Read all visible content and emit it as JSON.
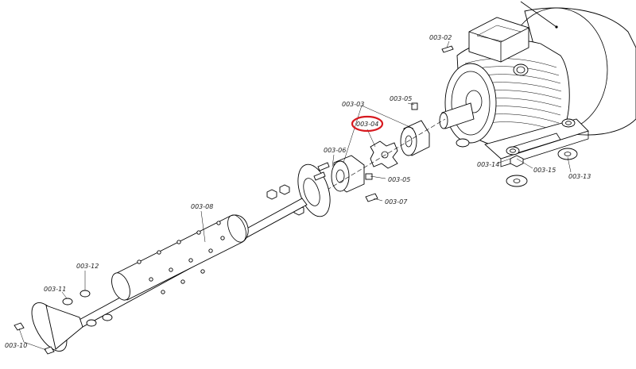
{
  "labels": {
    "p_003_02": "003-02",
    "p_003_03": "003-03",
    "p_003_04": "003-04",
    "p_003_05a": "003-05",
    "p_003_05b": "003-05",
    "p_003_06": "003-06",
    "p_003_07": "003-07",
    "p_003_08": "003-08",
    "p_003_10": "003-10",
    "p_003_11": "003-11",
    "p_003_12": "003-12",
    "p_003_13": "003-13",
    "p_003_14": "003-14",
    "p_003_15": "003-15"
  },
  "highlight_color": "#d7191f",
  "highlighted_part": "003-04"
}
